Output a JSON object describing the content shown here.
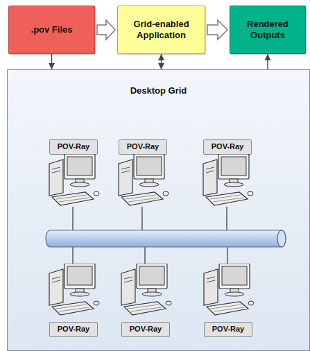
{
  "diagram": {
    "nodes": [
      {
        "text": [
          ".pov Files"
        ]
      },
      {
        "text": [
          "Grid-enabled Application"
        ]
      },
      {
        "text": [
          "Rendered Outputs"
        ]
      },
      {
        "text": [
          "Desktop Grid"
        ]
      },
      {
        "text": [
          "POV-Ray"
        ],
        "in": 3
      },
      {
        "text": [
          "POV-Ray"
        ],
        "in": 3
      },
      {
        "text": [
          "POV-Ray"
        ],
        "in": 3
      },
      {
        "text": [
          "POV-Ray"
        ],
        "in": 3
      },
      {
        "text": [
          "POV-Ray"
        ],
        "in": 3
      },
      {
        "text": [
          "POV-Ray"
        ],
        "in": 3
      }
    ],
    "edges": [
      {
        "from": 0,
        "to": 1,
        "arrow": "to"
      },
      {
        "from": 1,
        "to": 2,
        "arrow": "to"
      },
      {
        "from": 0,
        "to": 3,
        "arrow": "to"
      },
      {
        "from": 1,
        "to": 3,
        "arrow": "both"
      },
      {
        "from": 3,
        "to": 2,
        "arrow": "to"
      }
    ]
  }
}
